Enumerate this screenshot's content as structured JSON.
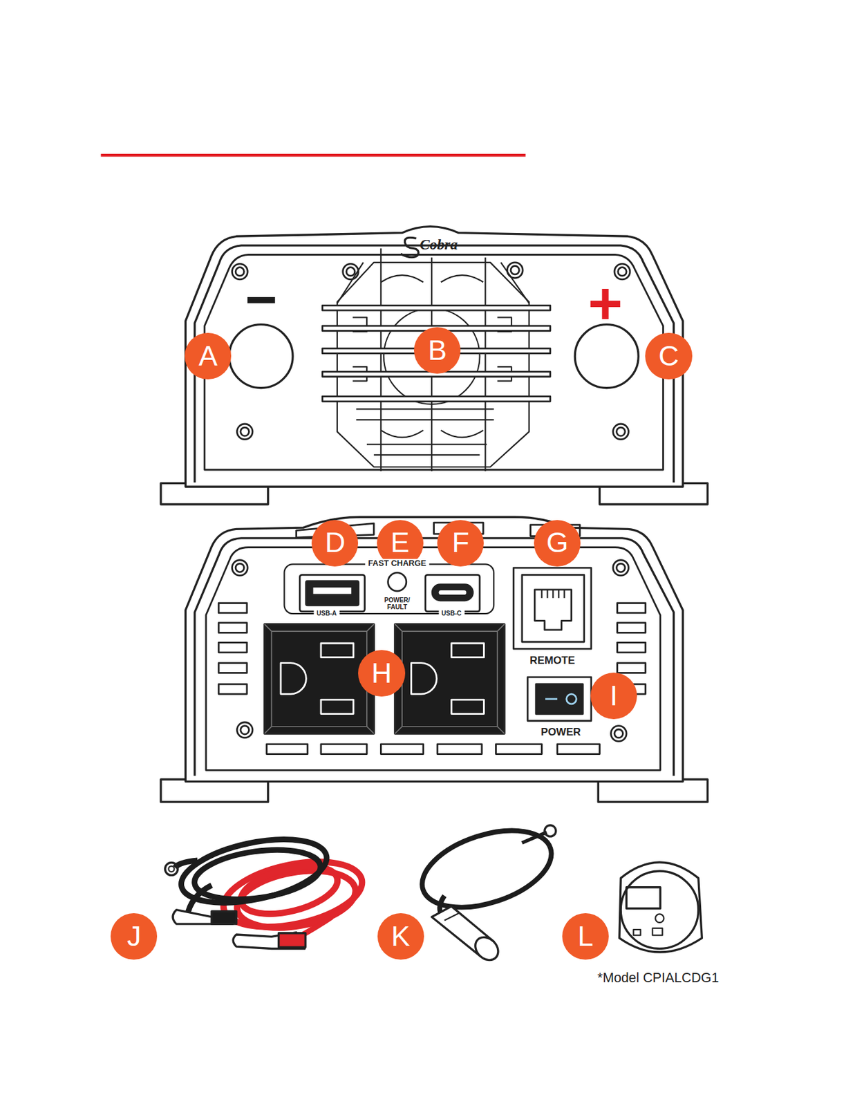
{
  "diagram": {
    "nodes": [
      {
        "text": [
          "A"
        ]
      },
      {
        "text": [
          "B"
        ]
      },
      {
        "text": [
          "C"
        ]
      },
      {
        "text": [
          "D"
        ]
      },
      {
        "text": [
          "E"
        ]
      },
      {
        "text": [
          "F"
        ]
      },
      {
        "text": [
          "G"
        ]
      },
      {
        "text": [
          "H"
        ]
      },
      {
        "text": [
          "I"
        ]
      },
      {
        "text": [
          "J"
        ]
      },
      {
        "text": [
          "K"
        ]
      },
      {
        "text": [
          "L"
        ]
      }
    ],
    "labels": [
      "Cobra",
      "−",
      "+",
      "FAST CHARGE",
      "POWER/ FAULT",
      "USB-A",
      "USB-C",
      "REMOTE",
      "POWER",
      "*Model CPIALCDG1"
    ]
  }
}
